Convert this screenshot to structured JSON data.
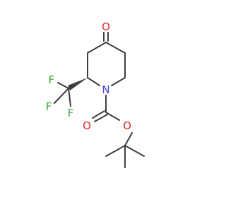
{
  "molecule": {
    "atoms": {
      "ketone_oxygen": "O",
      "ring_nitrogen": "N",
      "fluorine_1": "F",
      "fluorine_2": "F",
      "fluorine_3": "F",
      "carbonyl_oxygen": "O",
      "ester_oxygen": "O"
    },
    "colors": {
      "carbon_bond": "#3d3d3d",
      "oxygen": "#e32626",
      "nitrogen": "#3f3fd8",
      "fluorine": "#3ca63c"
    }
  }
}
